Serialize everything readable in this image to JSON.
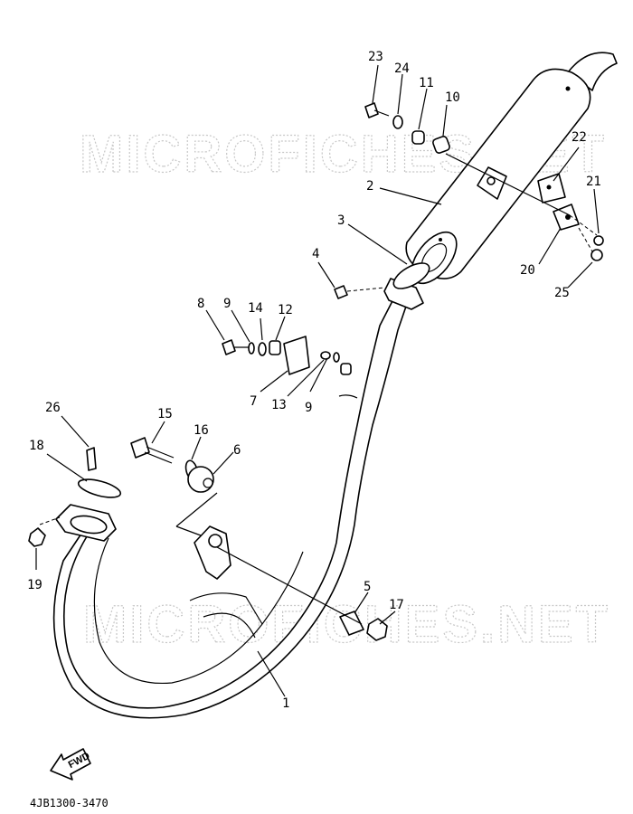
{
  "watermarks": [
    "MICROFICHES.NET",
    "MICROFICHES.NET"
  ],
  "part_callouts": [
    "1",
    "2",
    "3",
    "4",
    "5",
    "6",
    "7",
    "8",
    "9",
    "9",
    "10",
    "11",
    "12",
    "13",
    "14",
    "15",
    "16",
    "17",
    "18",
    "19",
    "20",
    "21",
    "22",
    "23",
    "24",
    "25",
    "26"
  ],
  "diagram_code": "4JB1300-3470",
  "fwd_label": "FWD"
}
